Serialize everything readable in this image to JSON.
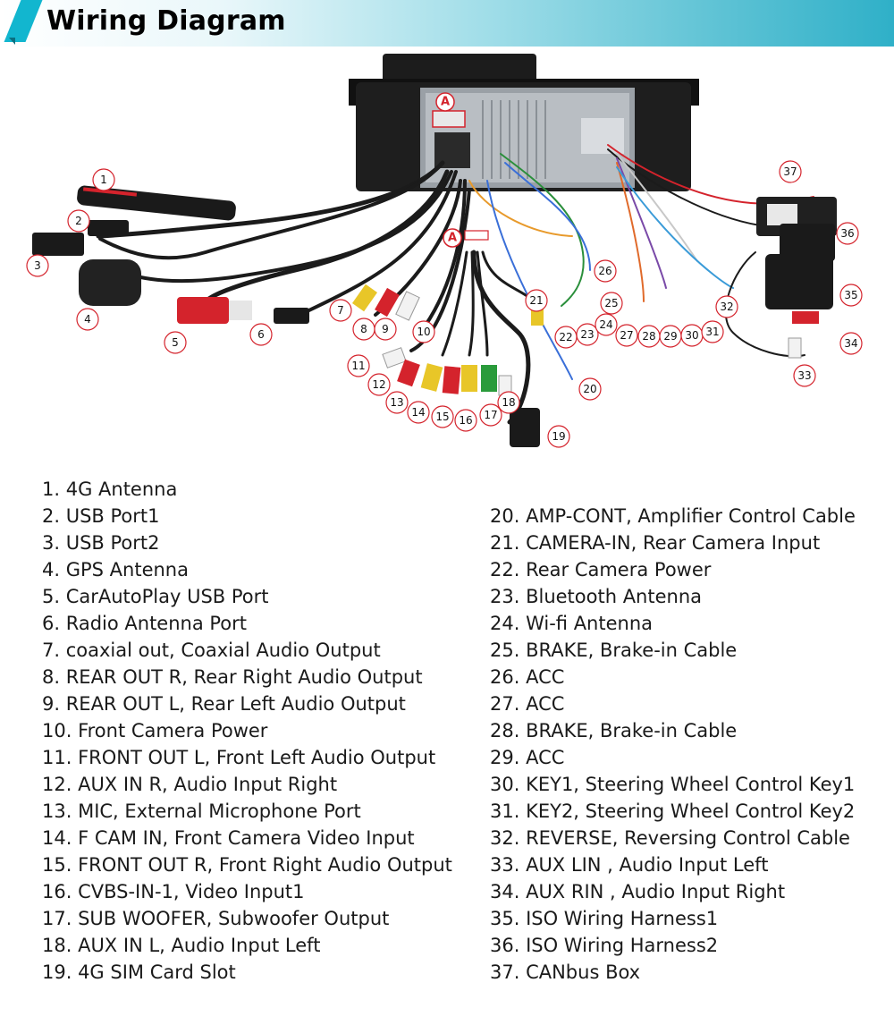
{
  "header": {
    "title": "Wiring Diagram"
  },
  "diagram": {
    "connector_tag": "A",
    "callouts": [
      "1",
      "2",
      "3",
      "4",
      "5",
      "6",
      "7",
      "8",
      "9",
      "10",
      "11",
      "12",
      "13",
      "14",
      "15",
      "16",
      "17",
      "18",
      "19",
      "20",
      "21",
      "22",
      "23",
      "24",
      "25",
      "26",
      "27",
      "28",
      "29",
      "30",
      "31",
      "32",
      "33",
      "34",
      "35",
      "36",
      "37"
    ]
  },
  "legend": {
    "left": [
      "1. 4G Antenna",
      "2. USB Port1",
      "3. USB Port2",
      "4. GPS Antenna",
      "5. CarAutoPlay USB Port",
      "6. Radio Antenna Port",
      "7. coaxial out, Coaxial Audio Output",
      "8. REAR OUT R, Rear Right Audio Output",
      "9. REAR OUT L, Rear Left Audio Output",
      "10. Front Camera Power",
      "11. FRONT OUT L, Front Left Audio Output",
      "12. AUX IN R, Audio Input Right",
      "13. MIC, External Microphone Port",
      "14. F CAM IN, Front Camera Video Input",
      "15. FRONT OUT R, Front Right Audio Output",
      "16. CVBS-IN-1, Video Input1",
      "17. SUB WOOFER, Subwoofer Output",
      "18. AUX IN L, Audio Input Left",
      "19. 4G SIM Card Slot"
    ],
    "right": [
      "20. AMP-CONT, Amplifier Control Cable",
      "21. CAMERA-IN, Rear Camera Input",
      "22. Rear Camera Power",
      "23. Bluetooth Antenna",
      "24. Wi-fi Antenna",
      "25. BRAKE, Brake-in Cable",
      "26. ACC",
      "27. ACC",
      "28. BRAKE, Brake-in Cable",
      "29. ACC",
      "30. KEY1, Steering Wheel Control Key1",
      "31. KEY2, Steering Wheel Control Key2",
      "32. REVERSE, Reversing Control Cable",
      "33. AUX LIN , Audio Input Left",
      "34. AUX RIN , Audio Input Right",
      "35. ISO Wiring Harness1",
      "36. ISO Wiring Harness2",
      "37. CANbus Box"
    ]
  },
  "colors": {
    "accent": "#12b6cf",
    "callout_ring": "#d4232c"
  }
}
